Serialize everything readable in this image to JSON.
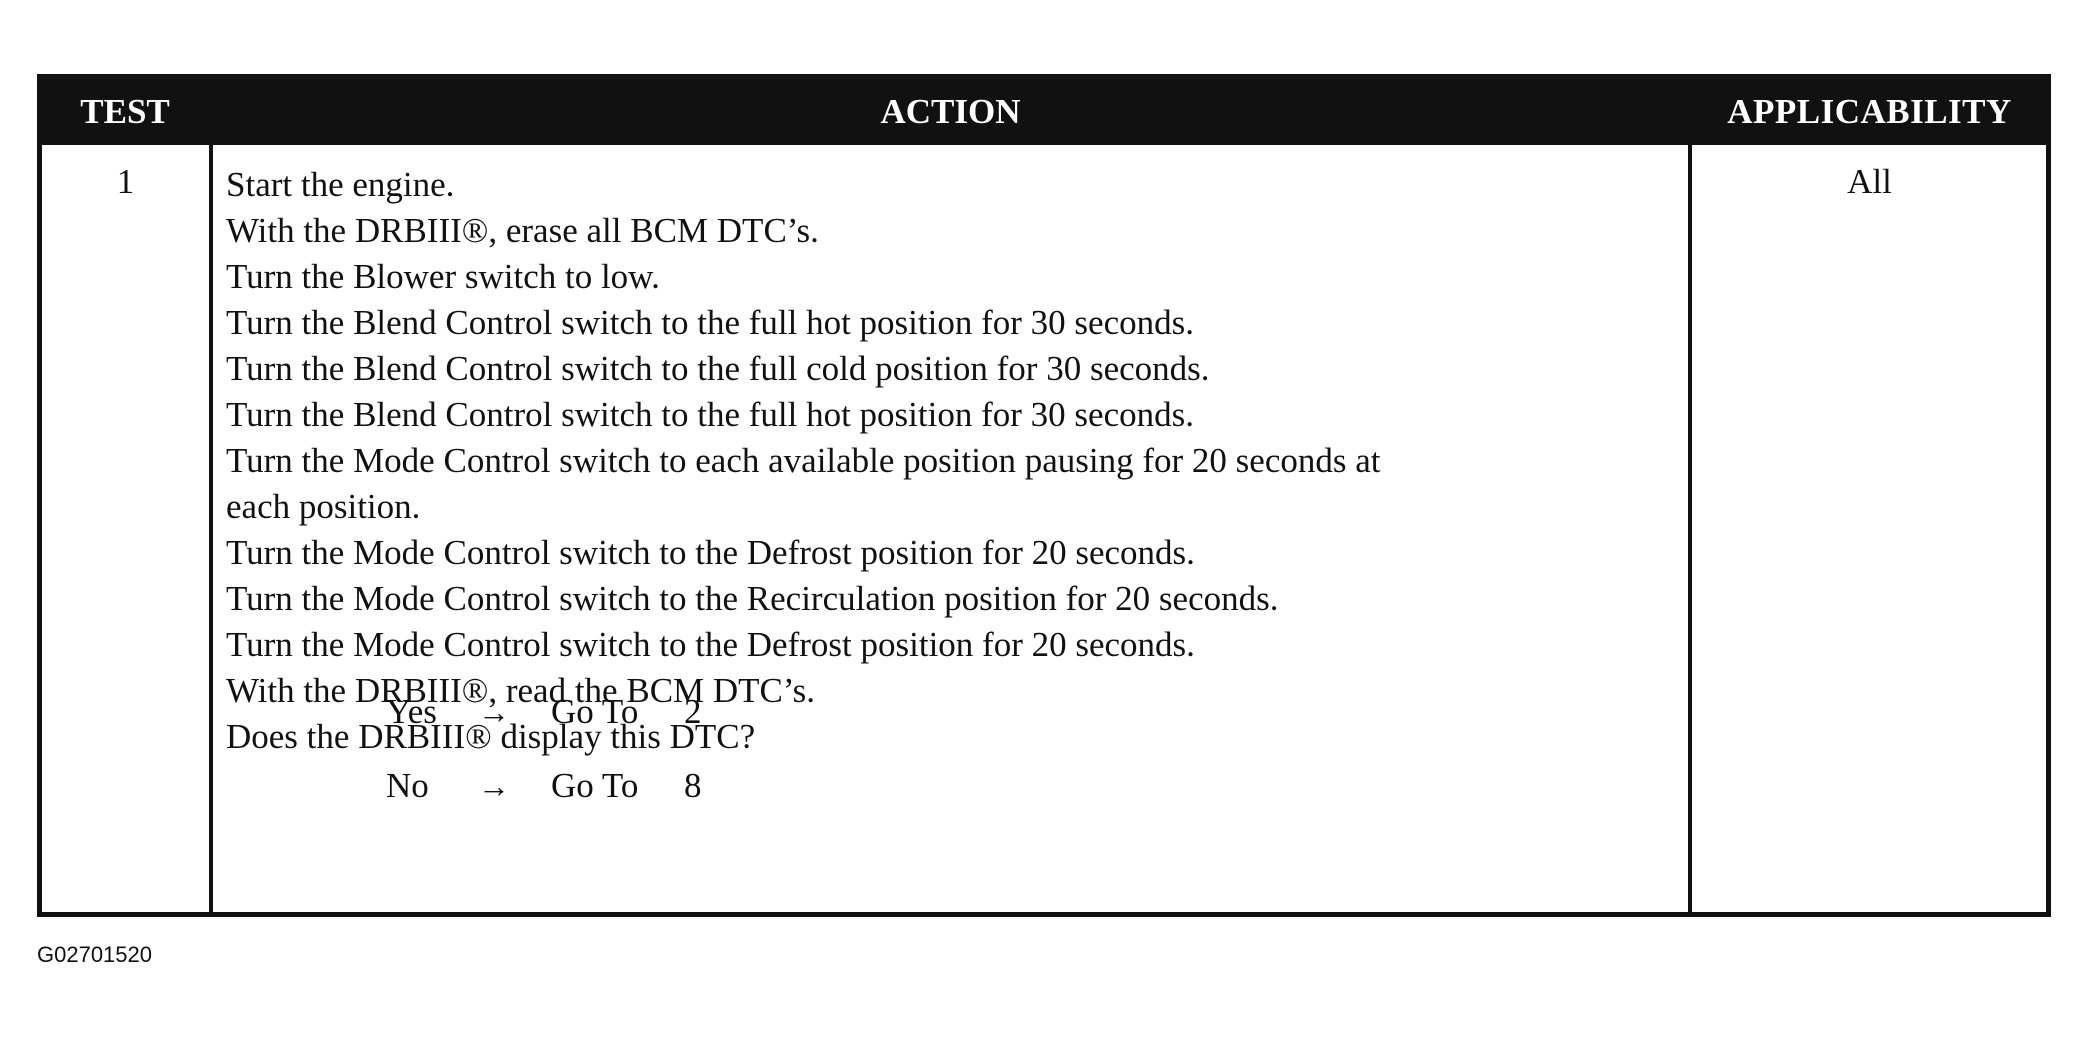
{
  "table": {
    "headers": {
      "test": "TEST",
      "action": "ACTION",
      "applicability": "APPLICABILITY"
    },
    "row": {
      "test_number": "1",
      "action_lines": [
        "Start the engine.",
        "With the DRBIII®, erase all BCM DTC’s.",
        "Turn the Blower switch to low.",
        "Turn the Blend Control switch to the full hot position for 30 seconds.",
        "Turn the Blend Control switch to the full cold position for 30 seconds.",
        "Turn the Blend Control switch to the full hot position for 30 seconds.",
        "Turn the Mode Control switch to each available position pausing for 20 seconds at",
        "each position.",
        "Turn the Mode Control switch to the Defrost position for 20 seconds.",
        "Turn the Mode Control switch to the Recirculation position for 20 seconds.",
        "Turn the Mode Control switch to the Defrost position for 20 seconds.",
        "With the DRBIII®, read the BCM DTC’s.",
        "Does the DRBIII® display this DTC?"
      ],
      "branches": [
        {
          "answer": "Yes",
          "arrow": "→",
          "goto": "Go To",
          "step": "2"
        },
        {
          "answer": "No",
          "arrow": "→",
          "goto": "Go To",
          "step": "8"
        }
      ],
      "applicability": "All"
    }
  },
  "figure_id": "G02701520"
}
